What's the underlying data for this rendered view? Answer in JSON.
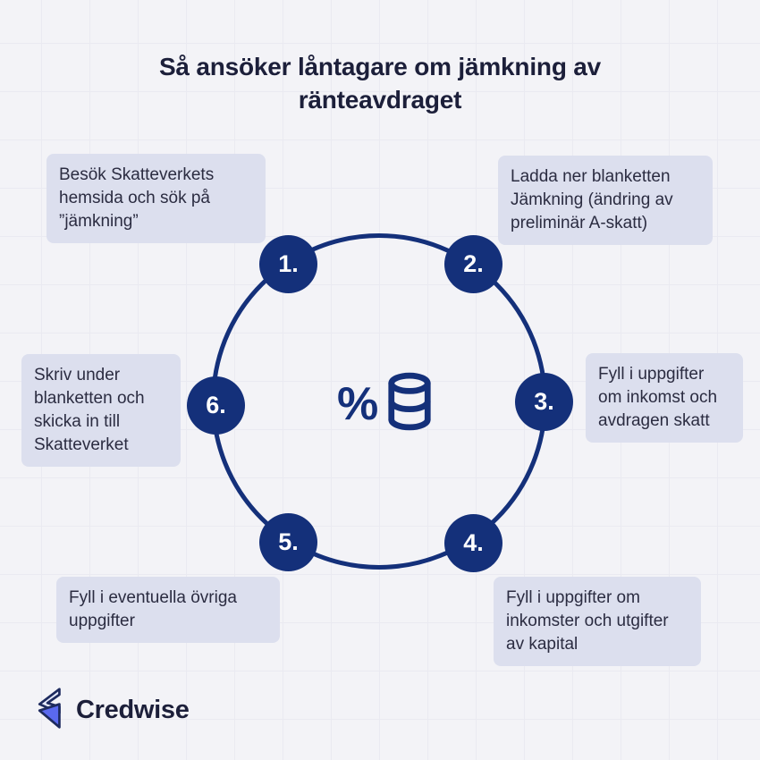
{
  "title": "Så ansöker låntagare om jämkning av ränteavdraget",
  "steps": [
    {
      "number": "1.",
      "text": "Besök Skatteverkets hemsida och sök på ”jämkning”"
    },
    {
      "number": "2.",
      "text": "Ladda ner blanketten Jämkning (ändring av preliminär A-skatt)"
    },
    {
      "number": "3.",
      "text": "Fyll i uppgifter om inkomst och avdragen skatt"
    },
    {
      "number": "4.",
      "text": "Fyll i uppgifter om inkomster och utgifter av kapital"
    },
    {
      "number": "5.",
      "text": "Fyll i eventuella övriga uppgifter"
    },
    {
      "number": "6.",
      "text": "Skriv under blanketten och skicka in till Skatteverket"
    }
  ],
  "center_icon": {
    "percent": "%",
    "icons": [
      "percent-icon",
      "database-icon"
    ]
  },
  "logo": {
    "text": "Credwise"
  },
  "colors": {
    "navy": "#14307a",
    "title_text": "#1c1f3a",
    "box_background": "#dcdfee",
    "box_text": "#2b2c41",
    "page_background": "#f3f3f7",
    "logo_blue": "#5a69ef",
    "logo_light": "#e4e8fb",
    "number_text": "#ffffff"
  }
}
